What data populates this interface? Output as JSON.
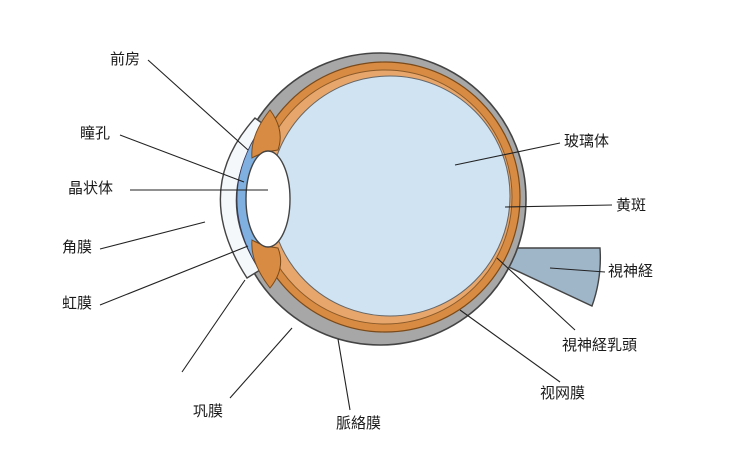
{
  "labels": {
    "anterior_chamber": "前房",
    "pupil": "瞳孔",
    "lens": "晶状体",
    "cornea": "角膜",
    "iris": "虹膜",
    "sclera": "巩膜",
    "choroid": "脈絡膜",
    "retina": "视网膜",
    "optic_disc": "視神経乳頭",
    "optic_nerve": "視神経",
    "macula": "黄斑",
    "vitreous": "玻璃体"
  },
  "colors": {
    "sclera": "#a7a7a7",
    "choroid": "#d88b42",
    "vitreous": "#cfe3f3",
    "cornea_fill": "#7fb0e0",
    "optic_nerve": "#9fb5c8"
  }
}
